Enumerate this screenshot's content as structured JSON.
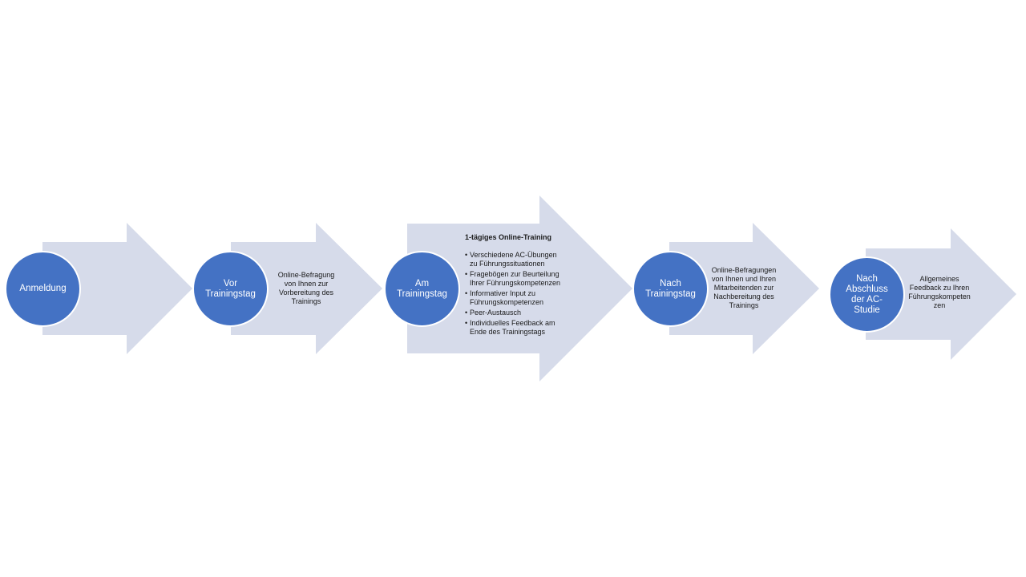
{
  "colors": {
    "arrow_fill": "#d6dbea",
    "circle_fill": "#4472c4",
    "circle_text": "#ffffff"
  },
  "steps": [
    {
      "label": "Anmeldung"
    },
    {
      "label": "Vor\nTrainingstag",
      "note": "Online-Befragung\nvon Ihnen zur\nVorbereitung des\nTrainings"
    },
    {
      "label": "Am\nTrainingstag",
      "title": "1-tägiges Online-Training",
      "bullets": [
        "Verschiedene AC-Übungen\nzu Führungssituationen",
        "Fragebögen zur Beurteilung\nIhrer Führungskompetenzen",
        "Informativer Input zu\nFührungskompetenzen",
        "Peer-Austausch",
        "Individuelles Feedback am\nEnde des Trainingstags"
      ]
    },
    {
      "label": "Nach\nTrainingstag",
      "note": "Online-Befragungen\nvon Ihnen und Ihren\nMitarbeitenden zur\nNachbereitung des\nTrainings"
    },
    {
      "label": "Nach\nAbschluss\nder AC-\nStudie",
      "note": "Allgemeines\nFeedback zu Ihren\nFührungskompeten\nzen"
    }
  ]
}
